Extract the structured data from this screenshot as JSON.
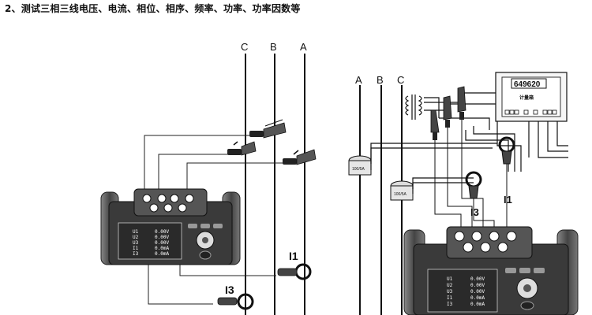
{
  "caption": "2、测试三相三线电压、电流、相位、相序、频率、功率、功率因数等",
  "left_diagram": {
    "phase_labels": [
      "C",
      "B",
      "A"
    ],
    "clamp_labels": [
      "I1",
      "I3"
    ],
    "lcd": {
      "rows": [
        {
          "label": "U1",
          "value": "0.00V"
        },
        {
          "label": "U2",
          "value": "0.00V"
        },
        {
          "label": "U3",
          "value": "0.00V"
        },
        {
          "label": "I1",
          "value": "0.0mA"
        },
        {
          "label": "I3",
          "value": "0.0mA"
        }
      ]
    }
  },
  "right_diagram": {
    "phase_labels": [
      "A",
      "B",
      "C"
    ],
    "meter": {
      "reading": "649620",
      "label": "计量箱"
    },
    "ct_label": "100/5A",
    "clamp_labels": [
      "I3",
      "I1"
    ],
    "lcd": {
      "rows": [
        {
          "label": "U1",
          "value": "0.00V"
        },
        {
          "label": "U2",
          "value": "0.00V"
        },
        {
          "label": "U3",
          "value": "0.00V"
        },
        {
          "label": "I1",
          "value": "0.0mA"
        },
        {
          "label": "I3",
          "value": "0.0mA"
        }
      ]
    }
  },
  "colors": {
    "line": "#111111",
    "device_body": "#3a3a3a",
    "grip": "#555555",
    "lcd": "#2a2a2a"
  }
}
